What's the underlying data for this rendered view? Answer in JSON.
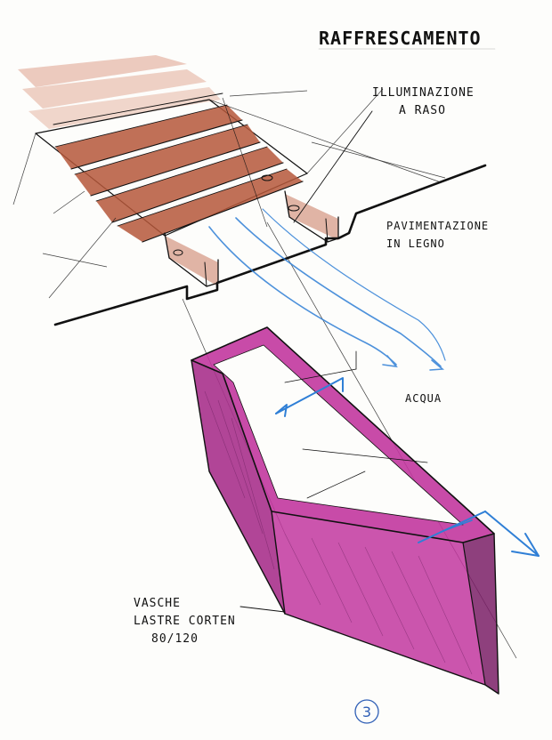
{
  "labels": {
    "title": "RAFFRESCAMENTO",
    "lighting_line1": "ILLUMINAZIONE",
    "lighting_line2": "A RASO",
    "paving_line1": "PAVIMENTAZIONE",
    "paving_line2": "IN LEGNO",
    "water": "ACQUA",
    "tanks_line1": "VASCHE",
    "tanks_line2": "LASTRE CORTEN",
    "tanks_line3": "80/120",
    "page_number": "3"
  },
  "colors": {
    "ink": "#111111",
    "wood": "#b5573a",
    "wood_light": "#d88b73",
    "tank": "#c2379f",
    "tank_dark": "#7a1f66",
    "water": "#2f7fd6"
  }
}
